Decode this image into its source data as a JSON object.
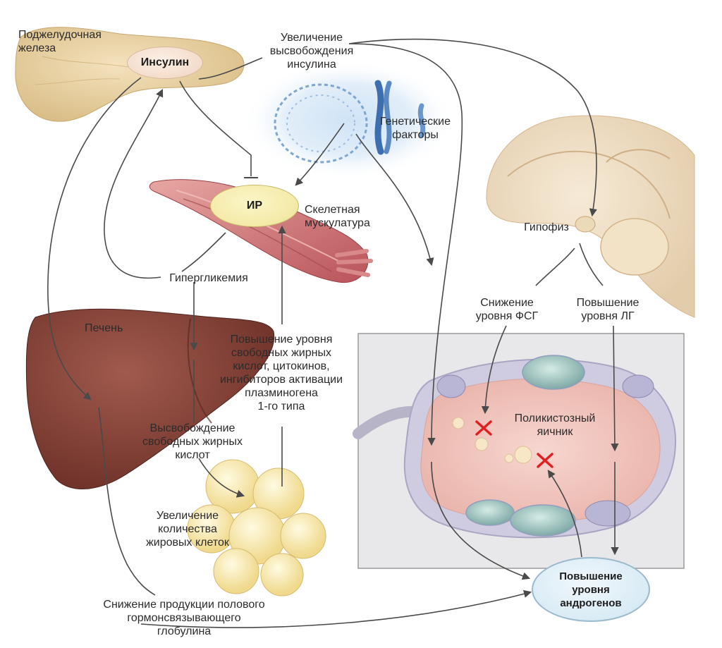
{
  "nodes": {
    "insulin": "Инсулин",
    "ir": "ИР",
    "androgens": "Повышение\nуровня\nандрогенов"
  },
  "labels": {
    "pancreas": "Поджелудочная\nжелеза",
    "insulin_release": "Увеличение\nвысвобождения\nинсулина",
    "genetic_factors": "Генетические\nфакторы",
    "skeletal_muscle": "Скелетная\nмускулатура",
    "pituitary": "Гипофиз",
    "hyperglycemia": "Гипергликемия",
    "fsh_decrease": "Снижение\nуровня ФСГ",
    "lh_increase": "Повышение\nуровня ЛГ",
    "liver": "Печень",
    "ffa_cytokines": "Повышение уровня\nсвободных жирных\nкислот, цитокинов,\nингибиторов активации\nплазминогена\n1-го типа",
    "ffa_release": "Высвобождение\nсвободных жирных\nкислот",
    "polycystic_ovary": "Поликистозный\nяичник",
    "fat_cells": "Увеличение\nколичества\nжировых клеток",
    "shbg_decrease": "Снижение продукции полового\nгормонсвязывающего\nглобулина"
  },
  "colors": {
    "arrow": "#4a4a4a",
    "block_marker": "#e02020",
    "ovary_panel": "#e8e7ea"
  }
}
